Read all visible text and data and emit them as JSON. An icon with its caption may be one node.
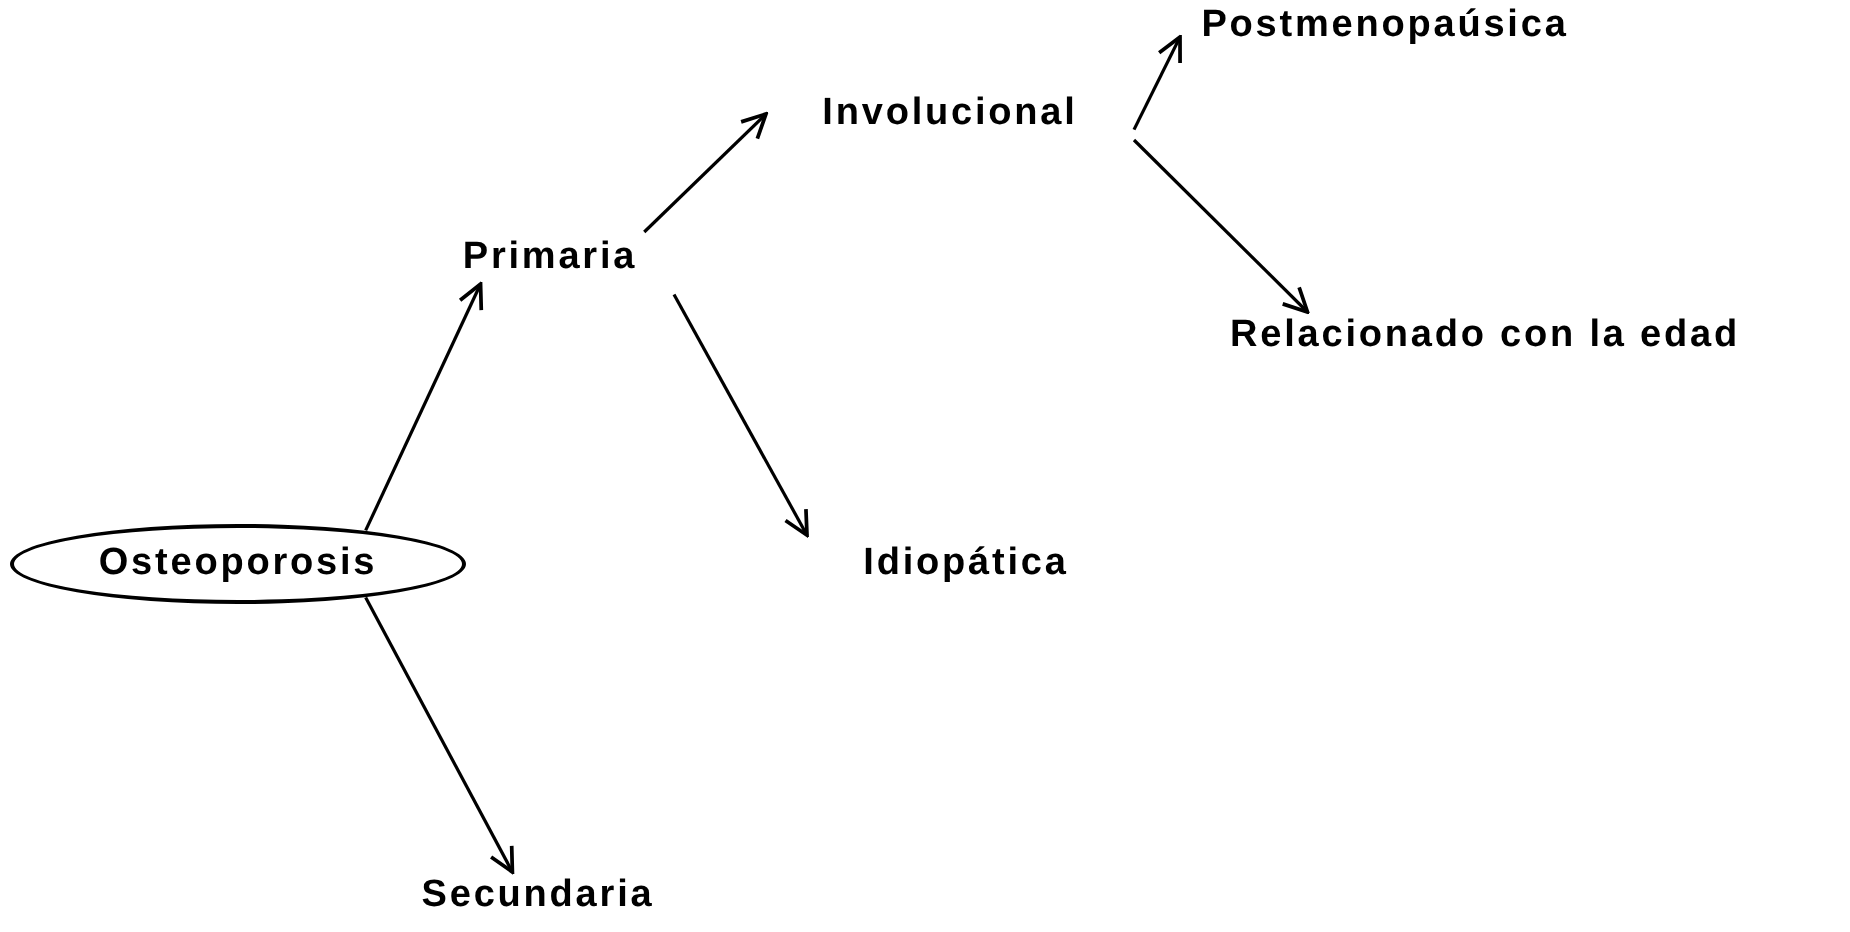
{
  "diagram": {
    "nodes": [
      {
        "text": [
          "Osteoporosis"
        ]
      },
      {
        "text": [
          "Primaria"
        ]
      },
      {
        "text": [
          "Involucional"
        ]
      },
      {
        "text": [
          "Postmenopaúsica"
        ]
      },
      {
        "text": [
          "Relacionado con la edad"
        ]
      },
      {
        "text": [
          "Idiopática"
        ]
      },
      {
        "text": [
          "Secundaria"
        ]
      }
    ],
    "edges": [
      {
        "from": 0,
        "to": 1,
        "arrow": "to"
      },
      {
        "from": 1,
        "to": 2,
        "arrow": "to"
      },
      {
        "from": 2,
        "to": 3,
        "arrow": "to"
      },
      {
        "from": 2,
        "to": 4,
        "arrow": "to"
      },
      {
        "from": 1,
        "to": 5,
        "arrow": "to"
      },
      {
        "from": 0,
        "to": 6,
        "arrow": "to"
      }
    ]
  }
}
